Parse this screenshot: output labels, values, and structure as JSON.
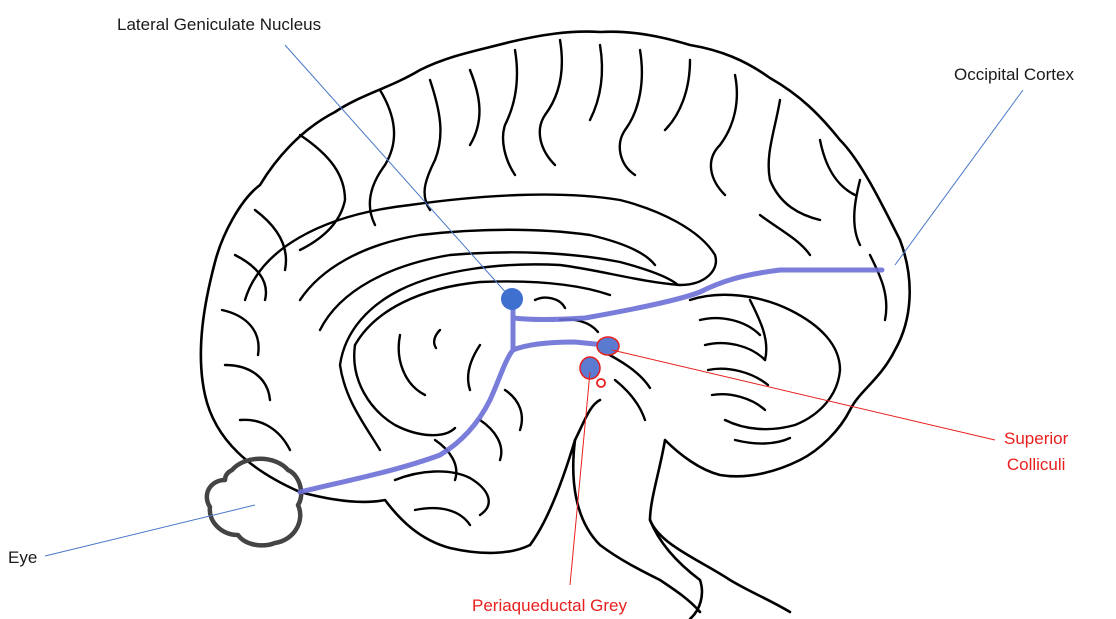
{
  "labels": {
    "lgn": "Lateral Geniculate Nucleus",
    "occipital": "Occipital Cortex",
    "eye": "Eye",
    "superior_line1": "Superior",
    "superior_line2": "Colliculi",
    "pag": "Periaqueductal Grey"
  },
  "colors": {
    "outline": "#000000",
    "eye_outline": "#444444",
    "pathway": "#6b6fd6",
    "node": "#3f6fcf",
    "leader_blue": "#4a78c8",
    "leader_red": "#e8201e",
    "label_red": "#e8201e"
  }
}
